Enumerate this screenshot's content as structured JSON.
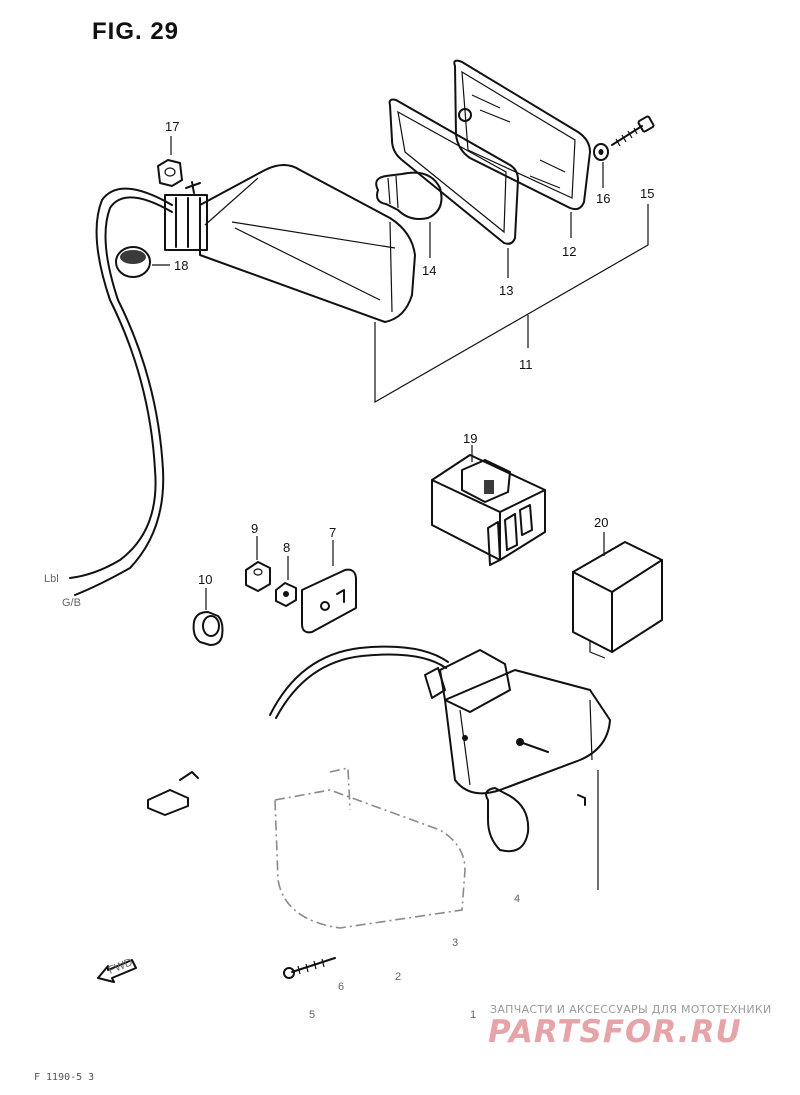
{
  "figure": {
    "title": "FIG. 29",
    "footer_code": "F 1190-5 3"
  },
  "callouts": {
    "n17": "17",
    "n18": "18",
    "n14": "14",
    "n13": "13",
    "n12": "12",
    "n16": "16",
    "n15": "15",
    "n11": "11",
    "n19": "19",
    "n20": "20",
    "n9": "9",
    "n8": "8",
    "n7": "7",
    "n10": "10",
    "n4": "4",
    "n3": "3",
    "n2": "2",
    "n6": "6",
    "n5": "5",
    "n1": "1"
  },
  "wires": {
    "lbl_a": "Lbl",
    "lbl_b": "G/B"
  },
  "fwd_arrow": "FWD",
  "watermark": {
    "caption": "ЗАПЧАСТИ И АКСЕССУАРЫ ДЛЯ МОТОТЕХНИКИ",
    "logo": "PARTSFOR.RU",
    "color": "#e7a4a8"
  }
}
